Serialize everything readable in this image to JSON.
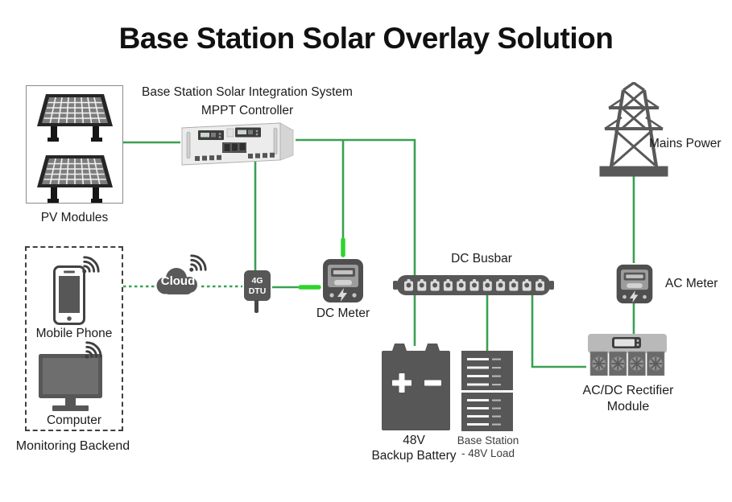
{
  "title": "Base Station Solar Overlay Solution",
  "colors": {
    "line_green": "#3ba052",
    "bright_green": "#2ed42e",
    "icon_gray": "#575757",
    "meter_gray": "#4f4f4f",
    "label_color": "#1c1c1c"
  },
  "labels": {
    "pv_modules": "PV Modules",
    "integration_system": "Base Station Solar Integration System",
    "mppt_controller": "MPPT Controller",
    "mains_power": "Mains Power",
    "cloud": "Cloud",
    "dtu_line1": "4G",
    "dtu_line2": "DTU",
    "dc_meter": "DC Meter",
    "dc_busbar": "DC Busbar",
    "ac_meter": "AC Meter",
    "rectifier": "AC/DC Rectifier Module",
    "mobile_phone": "Mobile Phone",
    "computer": "Computer",
    "monitoring_backend": "Monitoring Backend",
    "battery_line1": "48V",
    "battery_line2": "Backup Battery",
    "load_line1": "Base Station",
    "load_line2": "- 48V Load"
  }
}
